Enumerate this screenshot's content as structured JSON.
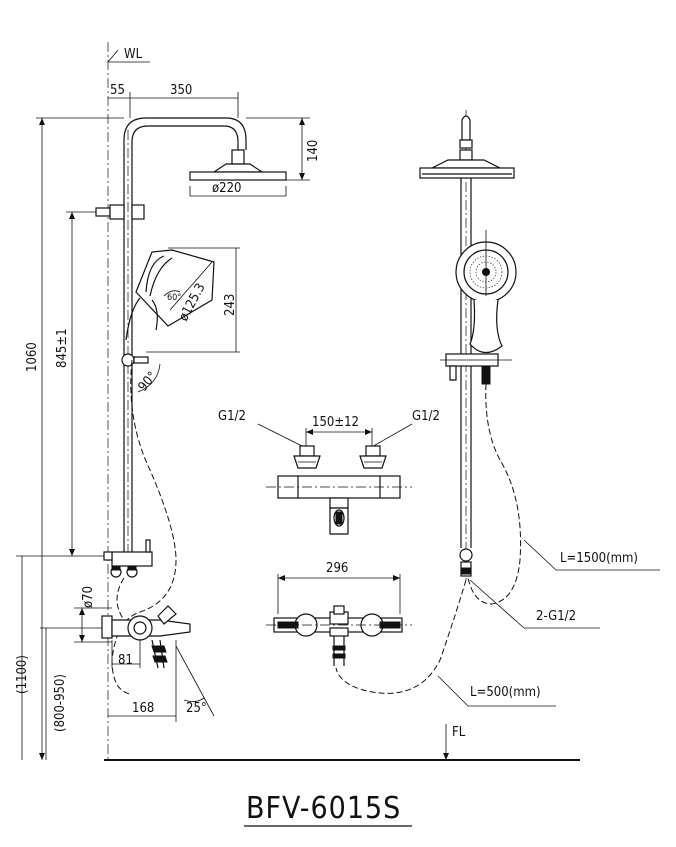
{
  "labels": {
    "wl": "WL",
    "dim_55": "55",
    "dim_350": "350",
    "dim_140": "140",
    "dim_220": "ø220",
    "dim_243": "243",
    "dim_125": "ø125.3",
    "angle_60": "60°",
    "dim_1060": "1060",
    "dim_845": "845±1",
    "angle_90": "90°",
    "dim_70": "ø70",
    "dim_81": "81",
    "dim_168": "168",
    "angle_25": "25°",
    "dim_1100": "(1100)",
    "dim_800_950": "(800-950)",
    "g12_left": "G1/2",
    "g12_right": "G1/2",
    "dim_150": "150±12",
    "dim_296": "296",
    "l1500": "L=1500(mm)",
    "g12_2": "2-G1/2",
    "l500": "L=500(mm)",
    "fl": "FL"
  },
  "title": "BFV-6015S"
}
